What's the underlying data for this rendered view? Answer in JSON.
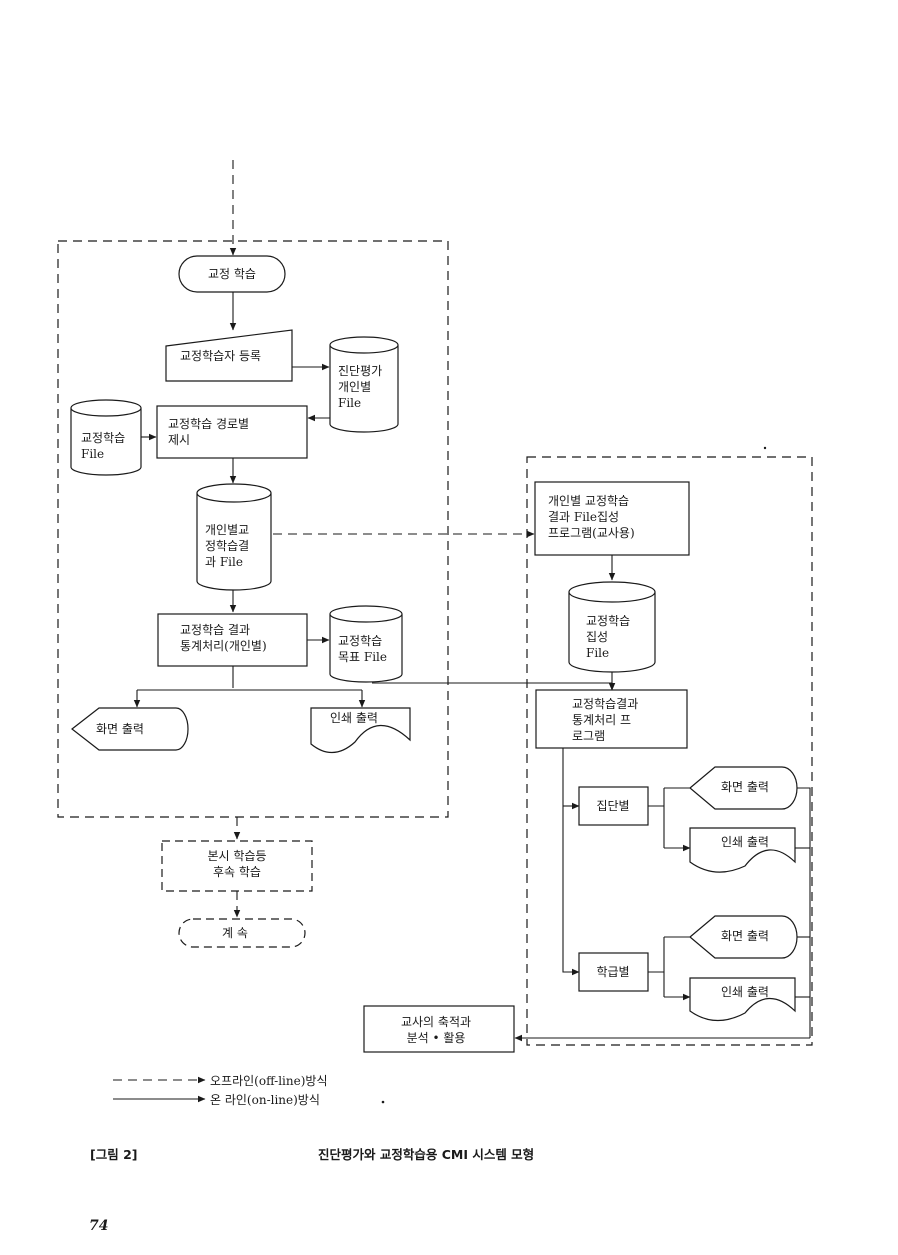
{
  "nodes": {
    "start": [
      "교정 학습"
    ],
    "register": [
      "교정학습자 등록"
    ],
    "diag_file": [
      "진단평가",
      "개인별",
      "File"
    ],
    "route": [
      "교정학습 경로별",
      "제시"
    ],
    "remedial_file": [
      "교정학습",
      "File"
    ],
    "indiv_result_file": [
      "개인별교",
      "정학습결",
      "과 File"
    ],
    "stat_indiv": [
      "교정학습 결과",
      "통계처리(개인별)"
    ],
    "goal_file": [
      "교정학습",
      "목표 File"
    ],
    "screen_left": [
      "화면 출력"
    ],
    "print_left": [
      "인쇄 출력"
    ],
    "follow": [
      "본시 학습등",
      "후속 학습"
    ],
    "cont": [
      "계  속"
    ],
    "collect_prog": [
      "개인별 교정학습",
      "결과 File집성",
      "프로그램(교사용)"
    ],
    "collect_file": [
      "교정학습",
      "집성",
      "File"
    ],
    "stat_prog": [
      "교정학습결과",
      "통계처리 프",
      "로그램"
    ],
    "group": [
      "집단별"
    ],
    "screen_g": [
      "화면 출력"
    ],
    "print_g": [
      "인쇄 출력"
    ],
    "class": [
      "학급별"
    ],
    "screen_c": [
      "화면 출력"
    ],
    "print_c": [
      "인쇄 출력"
    ],
    "teacher": [
      "교사의 축적과",
      "분석 • 활용"
    ]
  },
  "legend": {
    "offline": "오프라인(off-line)방식",
    "online": "온 라인(on-line)방식"
  },
  "caption": {
    "fig": "[그림 2]",
    "title": "진단평가와 교정학습용 CMI 시스템 모형"
  },
  "page_number": "74"
}
